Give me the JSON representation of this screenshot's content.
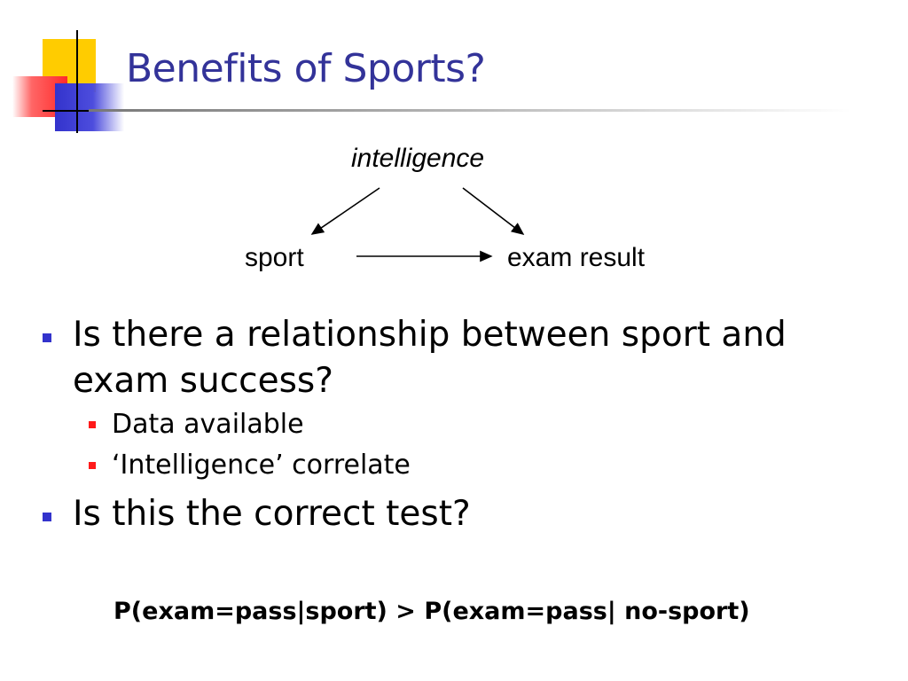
{
  "slide": {
    "title": "Benefits of Sports?",
    "diagram": {
      "top_node": "intelligence",
      "left_node": "sport",
      "right_node": "exam result"
    },
    "bullets": [
      {
        "text": "Is there a relationship between sport and exam success?",
        "sub": [
          {
            "text": "Data available"
          },
          {
            "text": "‘Intelligence’ correlate"
          }
        ]
      },
      {
        "text": "Is this the correct test?"
      }
    ],
    "formula": "P(exam=pass|sport) > P(exam=pass| no-sport)",
    "colors": {
      "title": "#333399",
      "bullet_level1": "#3333cc",
      "bullet_level2": "#ff1a1a"
    }
  }
}
